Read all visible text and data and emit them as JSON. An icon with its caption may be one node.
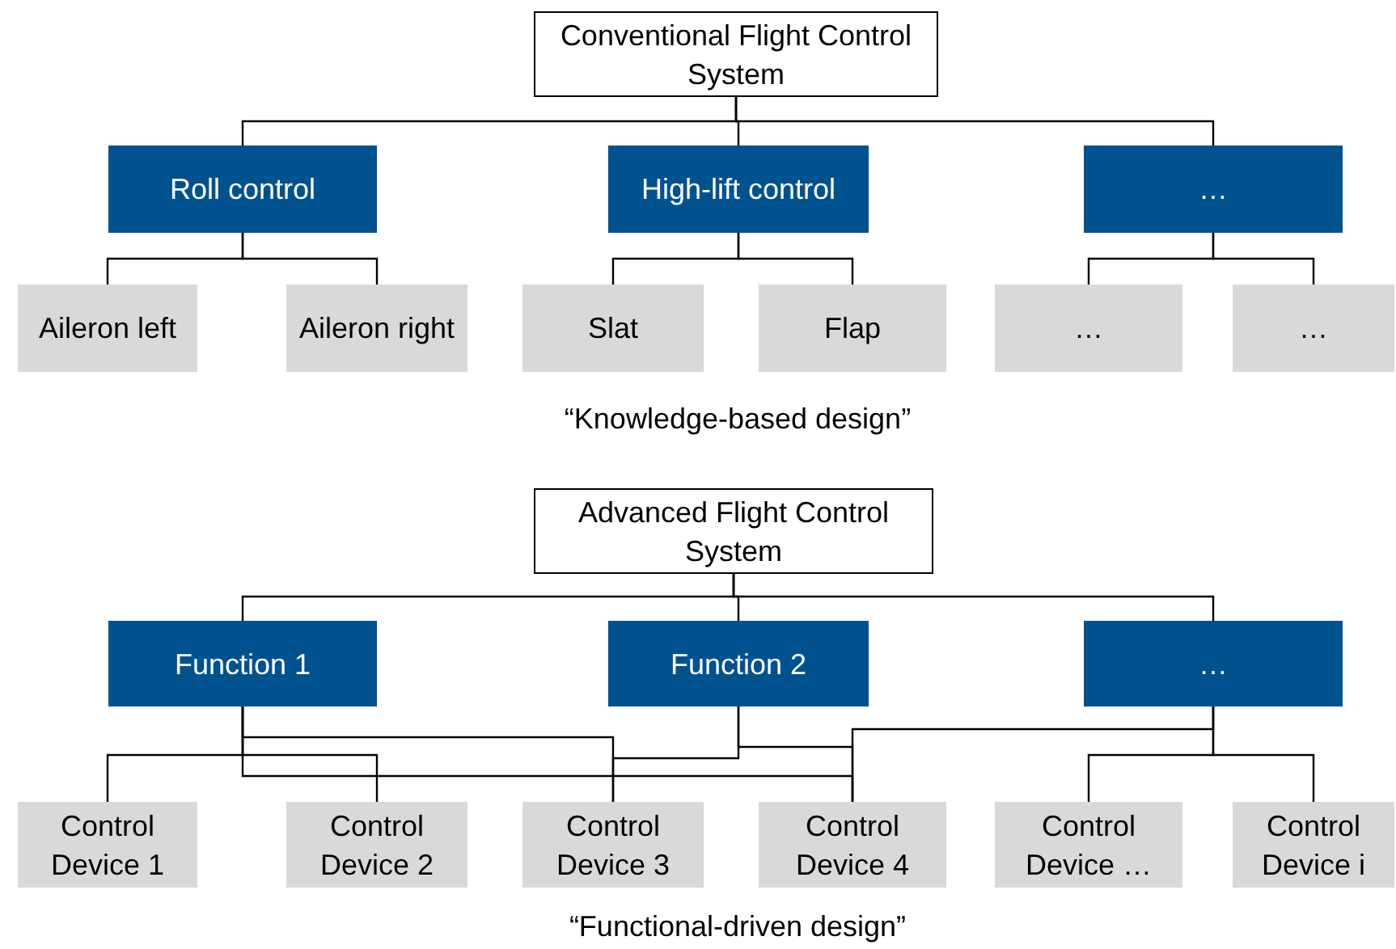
{
  "diagram": {
    "nodes": [
      {
        "text": [
          "Conventional Flight Control System"
        ]
      },
      {
        "text": [
          "Roll control"
        ]
      },
      {
        "text": [
          "High-lift control"
        ]
      },
      {
        "text": [
          "…"
        ]
      },
      {
        "text": [
          "Aileron left"
        ]
      },
      {
        "text": [
          "Aileron right"
        ]
      },
      {
        "text": [
          "Slat"
        ]
      },
      {
        "text": [
          "Flap"
        ]
      },
      {
        "text": [
          "…"
        ]
      },
      {
        "text": [
          "…"
        ]
      },
      {
        "text": [
          "Advanced Flight Control System"
        ]
      },
      {
        "text": [
          "Function 1"
        ]
      },
      {
        "text": [
          "Function 2"
        ]
      },
      {
        "text": [
          "…"
        ]
      },
      {
        "text": [
          "Control Device 1"
        ]
      },
      {
        "text": [
          "Control Device 2"
        ]
      },
      {
        "text": [
          "Control Device 3"
        ]
      },
      {
        "text": [
          "Control Device 4"
        ]
      },
      {
        "text": [
          "Control Device …"
        ]
      },
      {
        "text": [
          "Control Device i"
        ]
      }
    ],
    "edges": [
      {
        "from": 0,
        "to": 1,
        "arrow": "none"
      },
      {
        "from": 0,
        "to": 2,
        "arrow": "none"
      },
      {
        "from": 0,
        "to": 3,
        "arrow": "none"
      },
      {
        "from": 1,
        "to": 4,
        "arrow": "none"
      },
      {
        "from": 1,
        "to": 5,
        "arrow": "none"
      },
      {
        "from": 2,
        "to": 6,
        "arrow": "none"
      },
      {
        "from": 2,
        "to": 7,
        "arrow": "none"
      },
      {
        "from": 3,
        "to": 8,
        "arrow": "none"
      },
      {
        "from": 3,
        "to": 9,
        "arrow": "none"
      },
      {
        "from": 10,
        "to": 11,
        "arrow": "none"
      },
      {
        "from": 10,
        "to": 12,
        "arrow": "none"
      },
      {
        "from": 10,
        "to": 13,
        "arrow": "none"
      },
      {
        "from": 11,
        "to": 14,
        "arrow": "none"
      },
      {
        "from": 11,
        "to": 15,
        "arrow": "none"
      },
      {
        "from": 11,
        "to": 16,
        "arrow": "none"
      },
      {
        "from": 11,
        "to": 17,
        "arrow": "none"
      },
      {
        "from": 12,
        "to": 16,
        "arrow": "none"
      },
      {
        "from": 12,
        "to": 17,
        "arrow": "none"
      },
      {
        "from": 13,
        "to": 17,
        "arrow": "none"
      },
      {
        "from": 13,
        "to": 18,
        "arrow": "none"
      },
      {
        "from": 13,
        "to": 19,
        "arrow": "none"
      }
    ],
    "labels": [
      "“Knowledge-based design”",
      "“Functional-driven design”"
    ]
  }
}
